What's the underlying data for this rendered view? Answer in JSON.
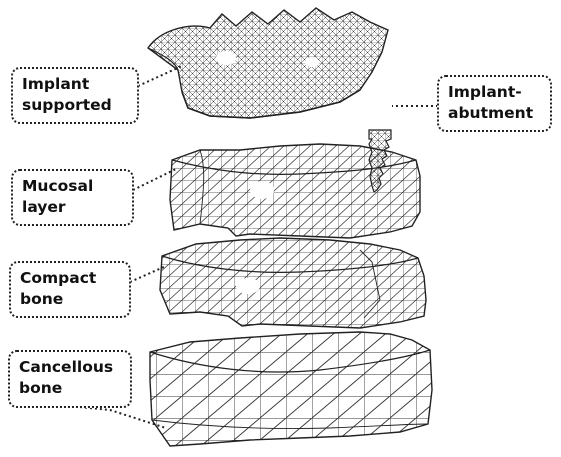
{
  "labels": {
    "implant_supported": [
      "Implant",
      "supported"
    ],
    "implant_abutment": [
      "Implant-",
      "abutment"
    ],
    "mucosal_layer": [
      "Mucosal",
      "layer"
    ],
    "compact_bone": [
      "Compact",
      "bone"
    ],
    "cancellous_bone": [
      "Cancellous",
      "bone"
    ]
  },
  "colors": {
    "mesh_line": "#333333",
    "text": "#111111",
    "background": "#ffffff"
  }
}
